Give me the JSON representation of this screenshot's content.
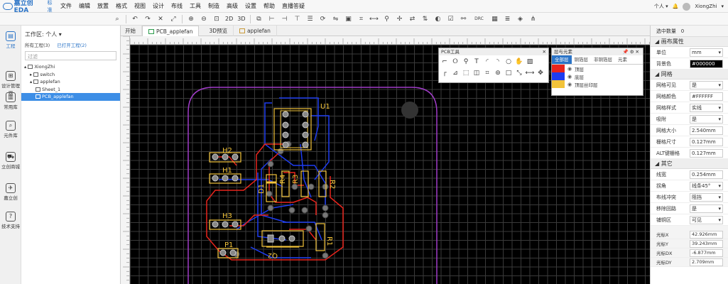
{
  "app": {
    "brand": "嘉立创EDA",
    "edition": "标准"
  },
  "menu": [
    "文件",
    "编辑",
    "放置",
    "格式",
    "视图",
    "设计",
    "布线",
    "工具",
    "制造",
    "高级",
    "设置",
    "帮助",
    "直播答疑"
  ],
  "topright": {
    "user_menu": "个人",
    "username": "XiongZhi"
  },
  "toolbar": {
    "drc": "DRC",
    "view2d": "2D",
    "view3d": "3D"
  },
  "leftnav": [
    "工程",
    "设计管理器",
    "常用库",
    "元件库",
    "立创商城",
    "嘉立创",
    "技术支持"
  ],
  "project": {
    "workspace": "工作区: 个人",
    "all_projects": "所有工程(3)",
    "open_projects": "已打开工程(2)",
    "filter_placeholder": "过滤",
    "tree": [
      {
        "label": "XiongZhi",
        "level": 0,
        "arrow": "▴",
        "icon": "person"
      },
      {
        "label": "switch",
        "level": 1,
        "arrow": "▸",
        "icon": "folder"
      },
      {
        "label": "applefan",
        "level": 1,
        "arrow": "▴",
        "icon": "folder"
      },
      {
        "label": "Sheet_1",
        "level": 2,
        "arrow": "",
        "icon": "sheet"
      },
      {
        "label": "PCB_applefan",
        "level": 2,
        "arrow": "",
        "icon": "pcb",
        "selected": true
      }
    ]
  },
  "tabs": [
    {
      "label": "开始",
      "active": false,
      "icon": ""
    },
    {
      "label": "PCB_applefan",
      "active": true,
      "icon": "pcb"
    },
    {
      "label": "3D预览",
      "active": false,
      "icon": ""
    },
    {
      "label": "applefan",
      "active": false,
      "icon": "folder"
    }
  ],
  "pcb_tool": {
    "title": "PCB工具"
  },
  "layers": {
    "title": "层与元素",
    "tabs": [
      "全部层",
      "铜箔层",
      "非铜箔层",
      "元素"
    ],
    "rows": [
      {
        "label": "顶层",
        "color": "#e8241c"
      },
      {
        "label": "底层",
        "color": "#1e3cf0"
      },
      {
        "label": "顶层丝印层",
        "color": "#f2c33a"
      }
    ]
  },
  "properties": {
    "selected_label": "选中数量",
    "selected_count": "0",
    "canvas_section": "画布属性",
    "canvas": [
      {
        "k": "单位",
        "v": "mm",
        "select": true
      },
      {
        "k": "背景色",
        "v": "#000000",
        "black": true
      }
    ],
    "grid_section": "网格",
    "grid": [
      {
        "k": "网格可见",
        "v": "是",
        "select": true
      },
      {
        "k": "网格颜色",
        "v": "#FFFFFF"
      },
      {
        "k": "网格样式",
        "v": "实线",
        "select": true
      },
      {
        "k": "吸附",
        "v": "是",
        "select": true
      },
      {
        "k": "网格大小",
        "v": "2.540mm"
      },
      {
        "k": "栅格尺寸",
        "v": "0.127mm"
      },
      {
        "k": "ALT键栅格",
        "v": "0.127mm"
      }
    ],
    "other_section": "其它",
    "other": [
      {
        "k": "线宽",
        "v": "0.254mm"
      },
      {
        "k": "拐角",
        "v": "线条45°",
        "select": true
      },
      {
        "k": "布线冲突",
        "v": "阻挡",
        "select": true
      },
      {
        "k": "移除回路",
        "v": "是",
        "select": true
      },
      {
        "k": "铺铜区",
        "v": "可见",
        "select": true
      }
    ],
    "coords": [
      {
        "k": "光标X",
        "v": "42.926mm"
      },
      {
        "k": "光标Y",
        "v": "39.243mm"
      },
      {
        "k": "光标DX",
        "v": "-6.877mm"
      },
      {
        "k": "光标DY",
        "v": "2.709mm"
      }
    ]
  },
  "designators": {
    "u1": "U1",
    "h1": "H1",
    "h2": "H2",
    "h3": "H3",
    "p1": "P1",
    "q2": "Q2",
    "r1": "R1",
    "r2": "R2",
    "r3": "R3",
    "r4": "R4",
    "d1": "D1"
  },
  "colors": {
    "accent": "#2b74c7",
    "top": "#e8241c",
    "bottom": "#1e3cf0",
    "silk": "#f2c33a",
    "outline": "#a03cc8"
  }
}
